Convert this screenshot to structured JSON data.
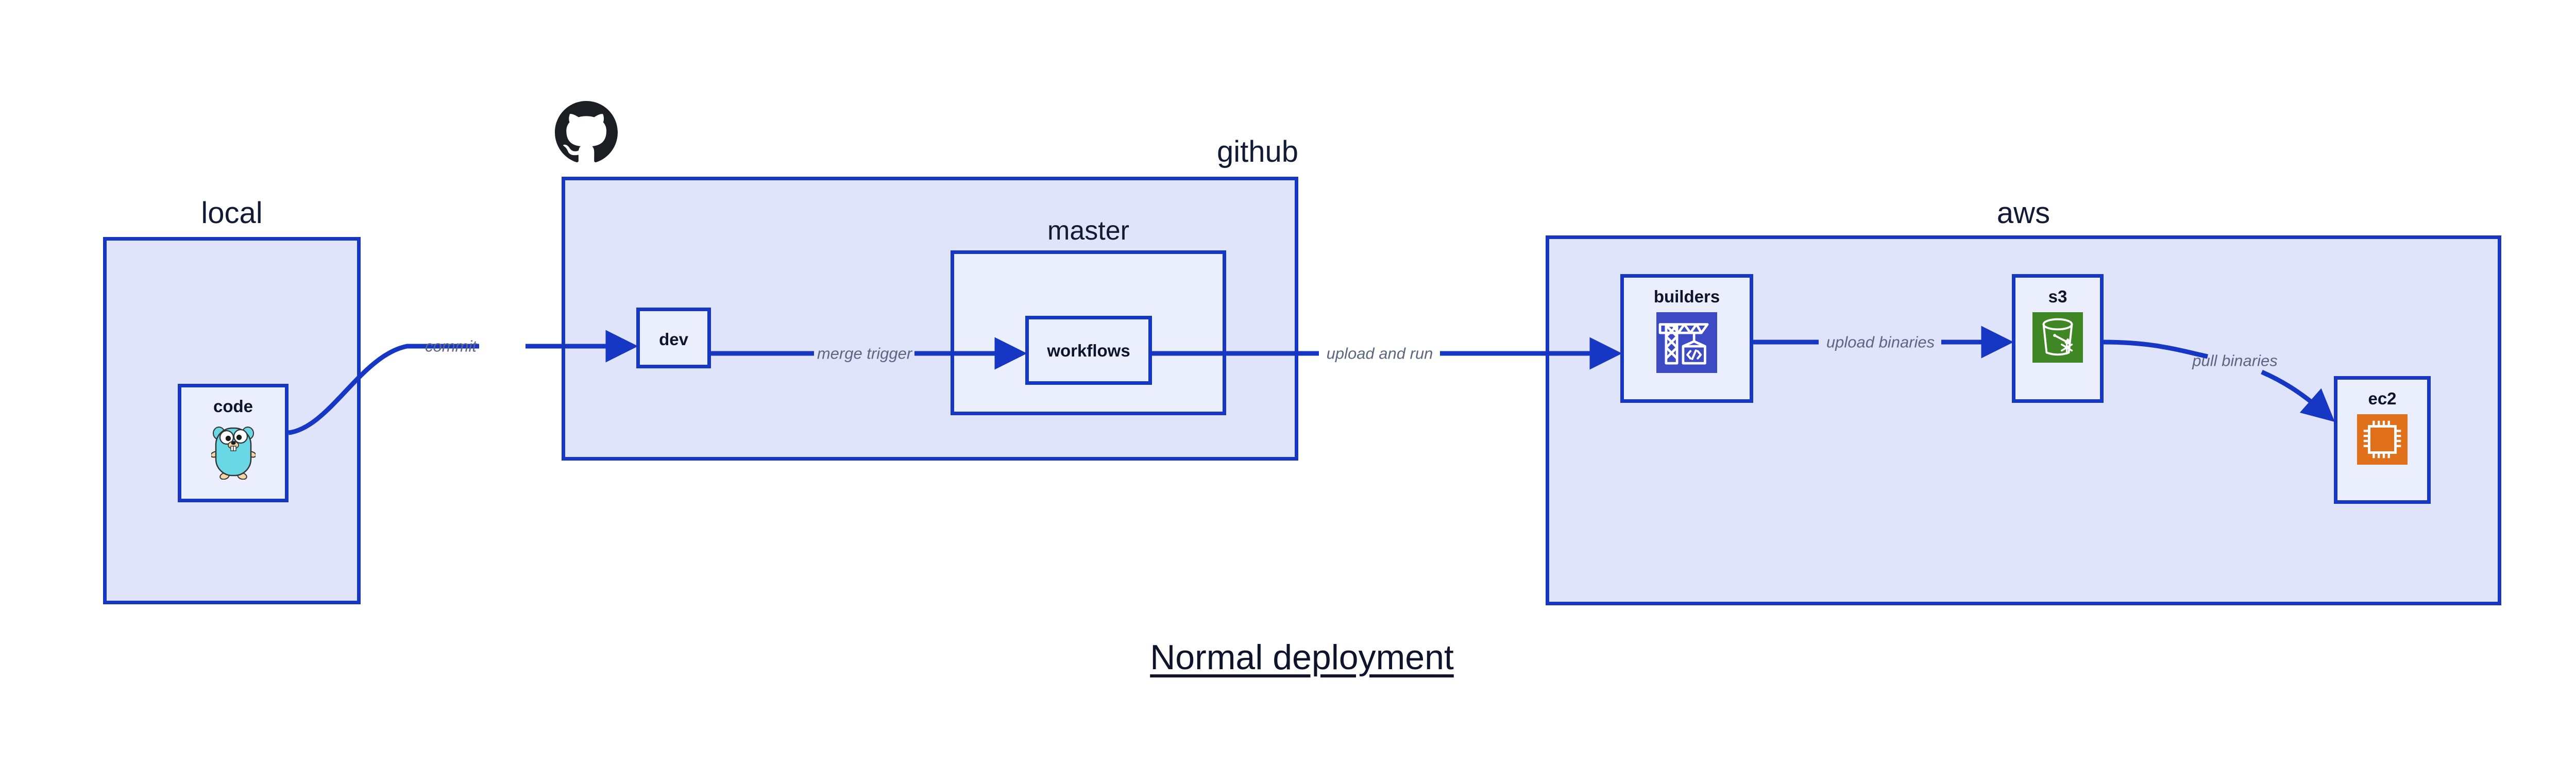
{
  "diagram": {
    "title": "Normal deployment",
    "background_color": "#ffffff",
    "accent_color": "#1636c4",
    "group_fill": "#dfe4fb",
    "node_fill": "#eaeefd",
    "label_color": "#5d6582",
    "text_color": "#0f142c"
  },
  "groups": [
    {
      "id": "local",
      "label": "local",
      "label_align": "center"
    },
    {
      "id": "github",
      "label": "github",
      "label_align": "right"
    },
    {
      "id": "aws",
      "label": "aws",
      "label_align": "center"
    }
  ],
  "subgroups": [
    {
      "id": "master",
      "label": "master",
      "parent": "github"
    }
  ],
  "nodes": [
    {
      "id": "code",
      "label": "code",
      "parent": "local",
      "icon": "go-gopher-icon",
      "icon_color": "#6ad7e5"
    },
    {
      "id": "dev",
      "label": "dev",
      "parent": "github",
      "icon": "none",
      "icon_color": ""
    },
    {
      "id": "workflows",
      "label": "workflows",
      "parent": "master",
      "icon": "none",
      "icon_color": ""
    },
    {
      "id": "builders",
      "label": "builders",
      "parent": "aws",
      "icon": "aws-codebuild-icon",
      "icon_color": "#3c4bc4"
    },
    {
      "id": "s3",
      "label": "s3",
      "parent": "aws",
      "icon": "aws-s3-glacier-icon",
      "icon_color": "#3f8624"
    },
    {
      "id": "ec2",
      "label": "ec2",
      "parent": "aws",
      "icon": "aws-ec2-chip-icon",
      "icon_color": "#e0701a"
    }
  ],
  "edges": [
    {
      "id": "commit",
      "from": "code",
      "to": "dev",
      "label": "commit"
    },
    {
      "id": "merge-trigger",
      "from": "dev",
      "to": "workflows",
      "label": "merge trigger"
    },
    {
      "id": "upload-and-run",
      "from": "workflows",
      "to": "builders",
      "label": "upload and run"
    },
    {
      "id": "upload-binaries",
      "from": "builders",
      "to": "s3",
      "label": "upload binaries"
    },
    {
      "id": "pull-binaries",
      "from": "s3",
      "to": "ec2",
      "label": "pull binaries"
    }
  ],
  "logos": [
    {
      "id": "github-octocat",
      "name": "github-logo",
      "color": "#1b1f23"
    }
  ]
}
